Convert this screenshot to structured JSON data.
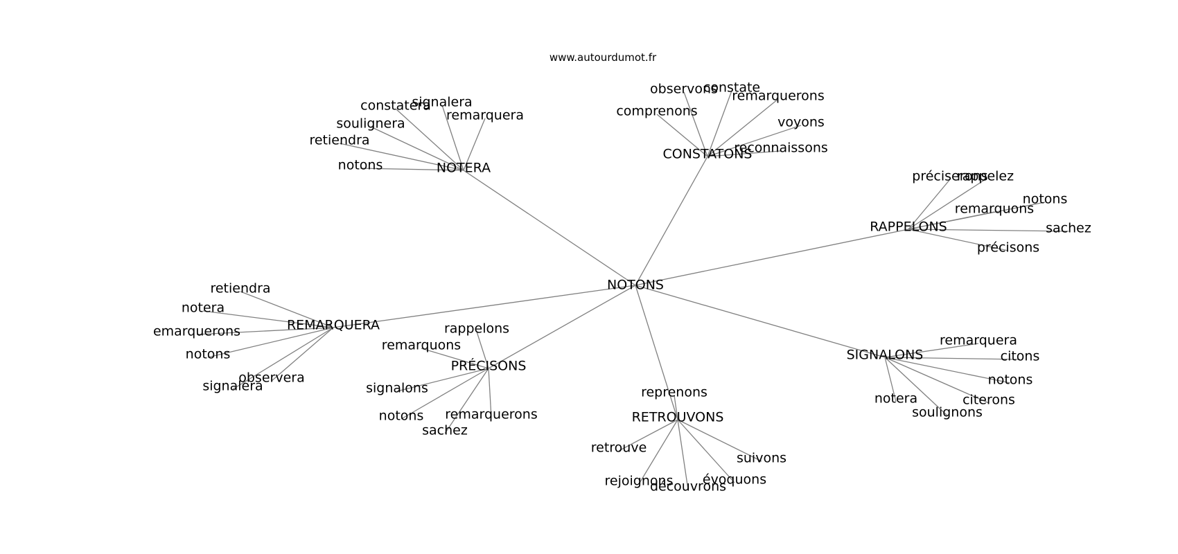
{
  "source": "www.autourdumot.fr",
  "colors": {
    "edge": "#808080",
    "text": "#000000",
    "background": "#ffffff"
  },
  "graph": {
    "center": "NOTONS",
    "hubs": [
      {
        "label": "NOTERA",
        "leaves": [
          "signalera",
          "constatera",
          "remarquera",
          "soulignera",
          "retiendra",
          "notons"
        ]
      },
      {
        "label": "CONSTATONS",
        "leaves": [
          "observons",
          "constate",
          "remarquerons",
          "comprenons",
          "voyons",
          "reconnaissons"
        ]
      },
      {
        "label": "RAPPELONS",
        "leaves": [
          "préciserons",
          "rappelez",
          "notons",
          "remarquons",
          "sachez",
          "précisons"
        ]
      },
      {
        "label": "REMARQUERA",
        "leaves": [
          "retiendra",
          "notera",
          "emarquerons",
          "notons",
          "observera",
          "signalera"
        ]
      },
      {
        "label": "PRÉCISONS",
        "leaves": [
          "rappelons",
          "remarquons",
          "signalons",
          "notons",
          "remarquerons",
          "sachez"
        ]
      },
      {
        "label": "SIGNALONS",
        "leaves": [
          "remarquera",
          "citons",
          "notons",
          "citerons",
          "notera",
          "soulignons"
        ]
      },
      {
        "label": "RETROUVONS",
        "leaves": [
          "reprenons",
          "retrouve",
          "suivons",
          "rejoignons",
          "évoquons",
          "découvrons"
        ]
      }
    ]
  }
}
